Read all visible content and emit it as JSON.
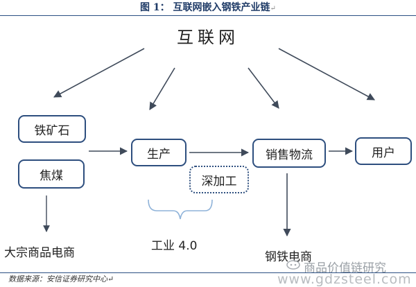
{
  "figure": {
    "title": "图 1：  互联网嵌入钢铁产业链",
    "return_mark": "↵"
  },
  "diagram": {
    "top": "互联网",
    "nodes": {
      "iron_ore": "铁矿石",
      "coke_coal": "焦煤",
      "production": "生产",
      "deep_processing": "深加工",
      "sales_logistics": "销售物流",
      "user": "用户"
    },
    "labels": {
      "bulk_ecommerce": "大宗商品电商",
      "industry40": "工业 4.0",
      "steel_ecommerce": "钢铁电商"
    }
  },
  "source": "数据来源：安信证券研究中心↵",
  "watermark": {
    "chinese": "商品价值链研究",
    "url": "www.gdzsteel.com"
  },
  "colors": {
    "accent": "#2d4e7e",
    "arrow": "#3f4a5a",
    "bracket": "#8fb3d9"
  }
}
